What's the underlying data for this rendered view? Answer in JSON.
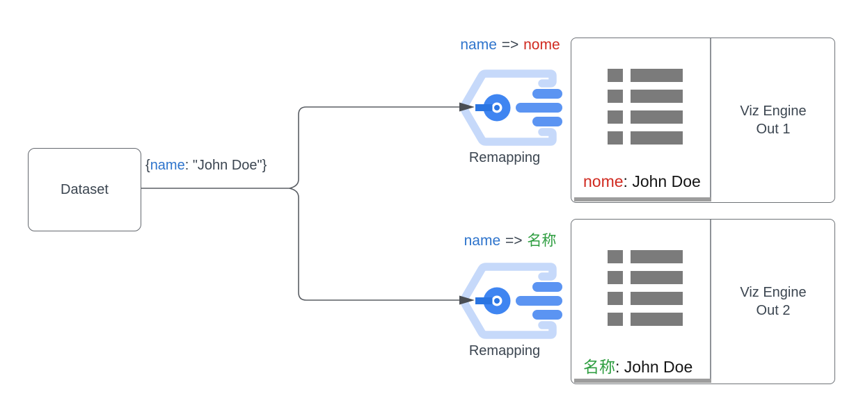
{
  "dataset": {
    "label": "Dataset"
  },
  "edge_label": {
    "prefix": "{",
    "key": "name",
    "suffix": ": \"John Doe\"}"
  },
  "colors": {
    "key_blue": "#2e74cc",
    "text_dark": "#3b4550",
    "red": "#d02a20",
    "green": "#2f9e41",
    "connector_line": "#5a5e64",
    "icon_light_blue": "#c6d9fa",
    "icon_mid_blue": "#5b94f2",
    "icon_blue": "#3f85f1",
    "icon_dark_blue": "#2a75e2",
    "list_icon_gray": "#7b7b7b"
  },
  "branches": [
    {
      "map_from": "name",
      "map_arrow": "=>",
      "map_to": "nome",
      "node_label": "Remapping",
      "output": {
        "title_line1": "Viz Engine",
        "title_line2": "Out 1",
        "field_key": "nome",
        "field_value": ": John Doe"
      }
    },
    {
      "map_from": "name",
      "map_arrow": "=>",
      "map_to": "名称",
      "node_label": "Remapping",
      "output": {
        "title_line1": "Viz Engine",
        "title_line2": "Out 2",
        "field_key": "名称",
        "field_value": ": John Doe"
      }
    }
  ]
}
